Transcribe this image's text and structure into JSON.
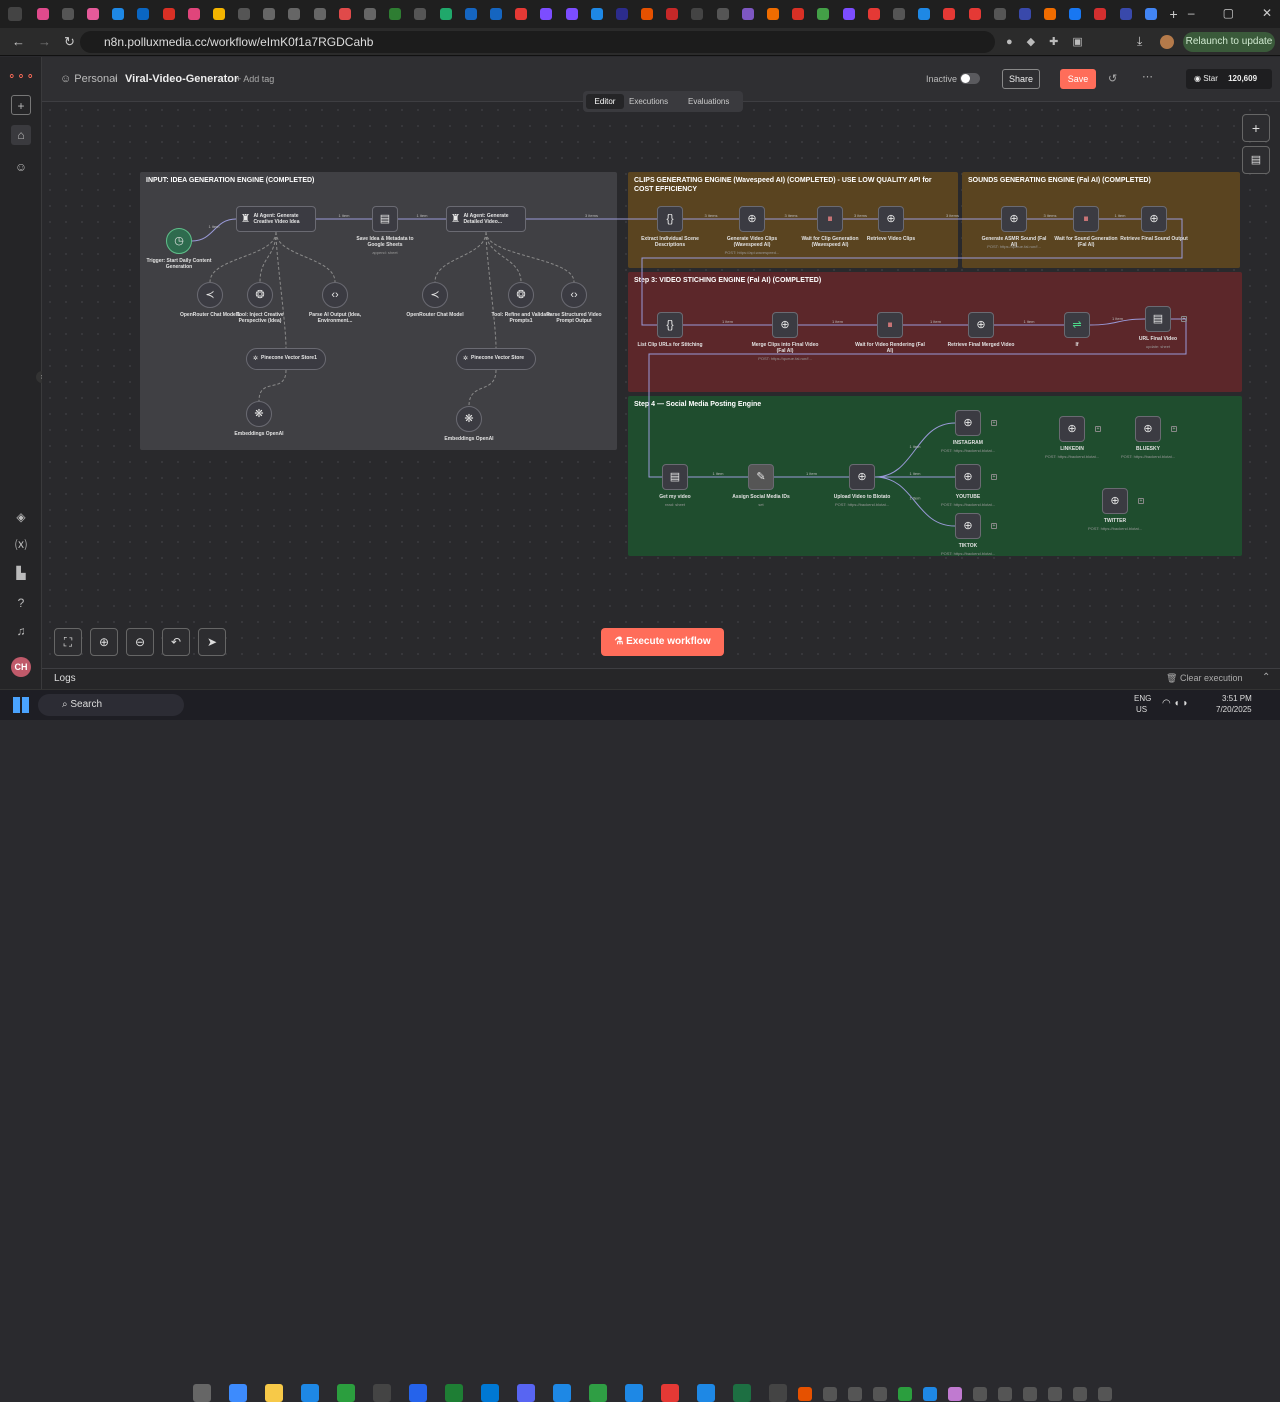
{
  "browser": {
    "url": "n8n.polluxmedia.cc/workflow/eImK0f1a7RGDCahb",
    "relaunch": "Relaunch to update",
    "tab_new": "+"
  },
  "header": {
    "project": "Personal",
    "separator": "/",
    "workflow_name": "Viral-Video-Generator",
    "add_tag": "+ Add tag",
    "status": "Inactive",
    "share": "Share",
    "save": "Save",
    "star": "Star",
    "star_count": "120,609"
  },
  "tabs": [
    "Editor",
    "Executions",
    "Evaluations"
  ],
  "stickies": [
    {
      "title": "INPUT: IDEA GENERATION ENGINE (COMPLETED)",
      "color": "#404044"
    },
    {
      "title": "CLIPS GENERATING ENGINE (Wavespeed AI) (COMPLETED) - USE LOW QUALITY API for COST EFFICIENCY",
      "color": "#5a4420"
    },
    {
      "title": "SOUNDS GENERATING ENGINE (Fal AI) (COMPLETED)",
      "color": "#5a4420"
    },
    {
      "title": "Step 3: VIDEO STICHING ENGINE (Fal AI) (COMPLETED)",
      "color": "#5c272a"
    },
    {
      "title": "Step 4 — Social Media Posting Engine",
      "color": "#1f4d2e"
    }
  ],
  "nodes": [
    {
      "id": "trigger",
      "label": "Trigger: Start Daily Content Generation",
      "sub": "",
      "icon": "clock-icon"
    },
    {
      "id": "agent1",
      "label": "AI Agent: Generate Creative Video Idea",
      "sub": "",
      "icon": "robot-icon"
    },
    {
      "id": "sheets1",
      "label": "Save Idea & Metadata to Google Sheets",
      "sub": "append: sheet",
      "icon": "sheets-icon"
    },
    {
      "id": "agent2",
      "label": "AI Agent: Generate Detailed Video...",
      "sub": "",
      "icon": "robot-icon"
    },
    {
      "id": "openrouter1",
      "label": "OpenRouter Chat Model1",
      "sub": "",
      "icon": "openrouter-icon"
    },
    {
      "id": "think1",
      "label": "Tool: Inject Creative Perspective (Idea)",
      "sub": "",
      "icon": "brain-icon"
    },
    {
      "id": "parse1",
      "label": "Parse AI Output (Idea, Environment...",
      "sub": "",
      "icon": "code-icon"
    },
    {
      "id": "openrouter2",
      "label": "OpenRouter Chat Model",
      "sub": "",
      "icon": "openrouter-icon"
    },
    {
      "id": "think2",
      "label": "Tool: Refine and Validate Prompts1",
      "sub": "",
      "icon": "brain-icon"
    },
    {
      "id": "parse2",
      "label": "Parse Structured Video Prompt Output",
      "sub": "",
      "icon": "code-icon"
    },
    {
      "id": "pinecone1",
      "label": "Pinecone Vector Store1",
      "sub": "",
      "icon": "pinecone-icon"
    },
    {
      "id": "pinecone2",
      "label": "Pinecone Vector Store",
      "sub": "",
      "icon": "pinecone-icon"
    },
    {
      "id": "embed1",
      "label": "Embeddings OpenAI",
      "sub": "",
      "icon": "openai-icon"
    },
    {
      "id": "embed2",
      "label": "Embeddings OpenAI",
      "sub": "",
      "icon": "openai-icon"
    },
    {
      "id": "extract",
      "label": "Extract Individual Scene Descriptions",
      "sub": "",
      "icon": "braces-icon"
    },
    {
      "id": "genclips",
      "label": "Generate Video Clips (Wavespeed AI)",
      "sub": "POST: https://api.wavespeed...",
      "icon": "globe-icon"
    },
    {
      "id": "waitclips",
      "label": "Wait for Clip Generation (Wavespeed AI)",
      "sub": "",
      "icon": "pause-icon"
    },
    {
      "id": "retclips",
      "label": "Retrieve Video Clips",
      "sub": "",
      "icon": "globe-icon"
    },
    {
      "id": "genasmr",
      "label": "Generate ASMR Sound (Fal AI)",
      "sub": "POST: https://queue.fal.run/f...",
      "icon": "globe-icon"
    },
    {
      "id": "waitsound",
      "label": "Wait for Sound Generation (Fal AI)",
      "sub": "",
      "icon": "pause-icon"
    },
    {
      "id": "retsound",
      "label": "Retrieve Final Sound Output",
      "sub": "",
      "icon": "globe-icon"
    },
    {
      "id": "listclip",
      "label": "List Clip URLs for Stitching",
      "sub": "",
      "icon": "braces-icon"
    },
    {
      "id": "merge",
      "label": "Merge Clips into Final Video (Fal AI)",
      "sub": "POST: https://queue.fal.run/f...",
      "icon": "globe-icon"
    },
    {
      "id": "waitrender",
      "label": "Wait for Video Rendering (Fal AI)",
      "sub": "",
      "icon": "pause-icon"
    },
    {
      "id": "retmerged",
      "label": "Retrieve Final Merged Video",
      "sub": "",
      "icon": "globe-icon"
    },
    {
      "id": "if",
      "label": "If",
      "sub": "",
      "icon": "if-icon"
    },
    {
      "id": "urlfinal",
      "label": "URL Final Video",
      "sub": "update: sheet",
      "icon": "sheets-icon"
    },
    {
      "id": "getvideo",
      "label": "Get my video",
      "sub": "read: sheet",
      "icon": "sheets-icon"
    },
    {
      "id": "assign",
      "label": "Assign Social Media IDs",
      "sub": "set",
      "icon": "pencil-icon"
    },
    {
      "id": "upload",
      "label": "Upload Video to Blotato",
      "sub": "POST: https://backend.blotat...",
      "icon": "globe-icon"
    },
    {
      "id": "instagram",
      "label": "INSTAGRAM",
      "sub": "POST: https://backend.blotat...",
      "icon": "globe-icon"
    },
    {
      "id": "youtube",
      "label": "YOUTUBE",
      "sub": "POST: https://backend.blotat...",
      "icon": "globe-icon"
    },
    {
      "id": "tiktok",
      "label": "TIKTOK",
      "sub": "POST: https://backend.blotat...",
      "icon": "globe-icon"
    },
    {
      "id": "linkedin",
      "label": "LINKEDIN",
      "sub": "POST: https://backend.blotat...",
      "icon": "globe-icon"
    },
    {
      "id": "bluesky",
      "label": "BLUESKY",
      "sub": "POST: https://backend.blotat...",
      "icon": "globe-icon"
    },
    {
      "id": "twitter",
      "label": "TWITTER",
      "sub": "POST: https://backend.blotat...",
      "icon": "globe-icon"
    }
  ],
  "edge_labels": [
    "1 item",
    "1 item",
    "1 item",
    "3 items",
    "3 items",
    "3 items",
    "3 items",
    "3 items",
    "3 items",
    "1 item",
    "1 item",
    "1 item",
    "1 item",
    "1 item",
    "1 item",
    "1 item",
    "1 item",
    "1 item",
    "1 item"
  ],
  "execute": "Execute workflow",
  "logs": {
    "title": "Logs",
    "clear": "Clear execution"
  },
  "taskbar": {
    "search": "Search",
    "lang1": "ENG",
    "lang2": "US",
    "time": "3:51 PM",
    "date": "7/20/2025"
  },
  "colors": {
    "accent": "#ff6d5a",
    "connection": "#8888dd",
    "pink_dot": "#ff6d5a"
  }
}
